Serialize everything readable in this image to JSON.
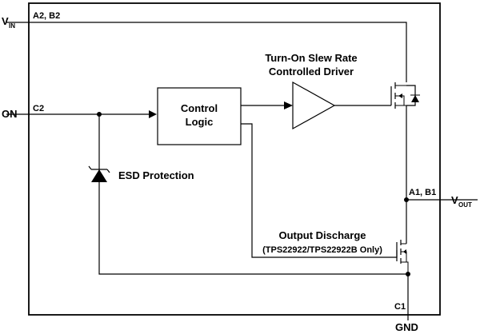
{
  "pins": {
    "vin": "V",
    "vin_sub": "IN",
    "on": "ON",
    "vout": "V",
    "vout_sub": "OUT",
    "gnd": "GND"
  },
  "pin_numbers": {
    "vin": "A2, B2",
    "on": "C2",
    "vout": "A1, B1",
    "gnd": "C1"
  },
  "blocks": {
    "control_line1": "Control",
    "control_line2": "Logic",
    "driver_line1": "Turn-On Slew Rate",
    "driver_line2": "Controlled Driver",
    "esd": "ESD Protection",
    "discharge_line1": "Output Discharge",
    "discharge_line2": "(TPS22922/TPS22922B Only)"
  }
}
